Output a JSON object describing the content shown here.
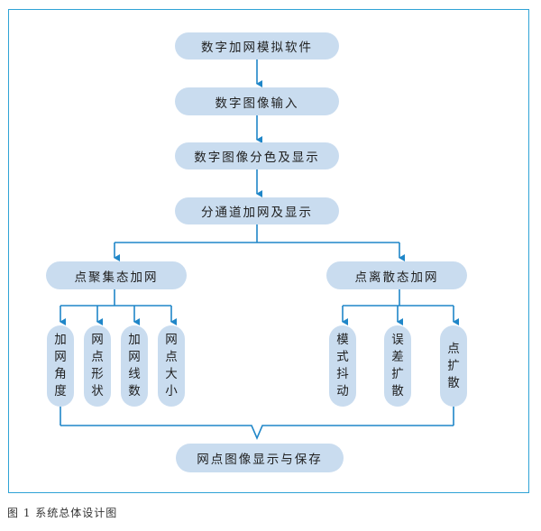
{
  "nodes": {
    "software": "数字加网模拟软件",
    "image_input": "数字图像输入",
    "color_sep": "数字图像分色及显示",
    "channel": "分通道加网及显示",
    "am": "点聚集态加网",
    "fm": "点离散态加网",
    "angle": "加网角度",
    "shape": "网点形状",
    "lines": "加网线数",
    "size": "网点大小",
    "jitter": "模式抖动",
    "error": "误差扩散",
    "dot_diffuse": "点扩散",
    "output": "网点图像显示与保存"
  },
  "caption": "图 1  系统总体设计图",
  "colors": {
    "box": "#c9dcef",
    "line": "#1f86c8",
    "frame": "#2fa3d6"
  }
}
